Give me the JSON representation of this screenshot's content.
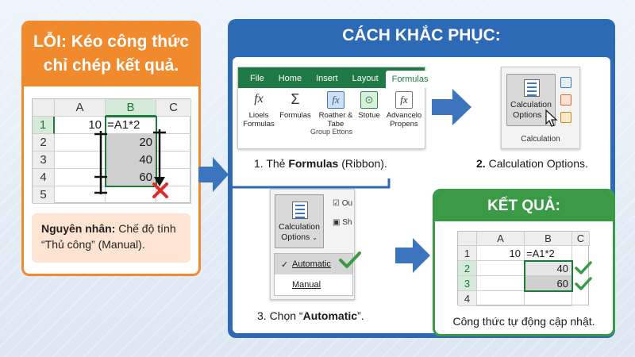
{
  "error_panel": {
    "title_line1": "LỖI: Kéo công thức",
    "title_line2": "chỉ chép kết quả.",
    "sheet": {
      "columns": [
        "A",
        "B",
        "C"
      ],
      "rows": [
        "1",
        "2",
        "3",
        "4",
        "5"
      ],
      "a1": "10",
      "b1": "=A1*2",
      "b2": "20",
      "b3": "40",
      "b4": "60"
    },
    "cause_label": "Nguyên nhân:",
    "cause_text1": " Chế độ tính",
    "cause_text2": "“Thủ công” (Manual)."
  },
  "fix_panel": {
    "title": "CÁCH KHẮC PHỤC:",
    "ribbon": {
      "tabs": [
        "File",
        "Home",
        "Insert",
        "Layout",
        "Formulas"
      ],
      "active_tab": "Formulas",
      "commands": [
        {
          "label1": "Lioels",
          "label2": "Formulas",
          "icon": "fx"
        },
        {
          "label1": "Formulas",
          "label2": "",
          "icon": "Σ"
        },
        {
          "label1": "Roather &",
          "label2": "Tabe",
          "icon": "fx"
        },
        {
          "label1": "Stotue",
          "label2": "",
          "icon": "⊙"
        },
        {
          "label1": "Advancelo",
          "label2": "Propens",
          "icon": "fx"
        }
      ],
      "group_label": "Group Ettons"
    },
    "calc_card": {
      "button_line1": "Calculation",
      "button_line2": "Options",
      "footer": "Calculation"
    },
    "dropdown_card": {
      "button_line1": "Calculation",
      "button_line2": "Options",
      "side1": "Ou",
      "side2": "Sh",
      "items": [
        "Automatic",
        "Manual"
      ]
    },
    "step1_prefix": "1. Thẻ ",
    "step1_bold": "Formulas",
    "step1_suffix": " (Ribbon).",
    "step2_prefix": "2.",
    "step2_text": " Calculation Options.",
    "step3_prefix": "3. Chọn “",
    "step3_bold": "Automatic",
    "step3_suffix": "”."
  },
  "result_panel": {
    "title": "KẾT QUẢ:",
    "sheet": {
      "columns": [
        "A",
        "B",
        "C"
      ],
      "rows": [
        "1",
        "2",
        "3",
        "4"
      ],
      "a1": "10",
      "b1": "=A1*2",
      "b2": "40",
      "b3": "60"
    },
    "footer": "Công thức tự động cập nhật."
  },
  "colors": {
    "error": "#f08a2c",
    "fix": "#2c6ab5",
    "result": "#3b9a46",
    "excel_green": "#1f7a45",
    "arrow": "#3c74bd"
  }
}
